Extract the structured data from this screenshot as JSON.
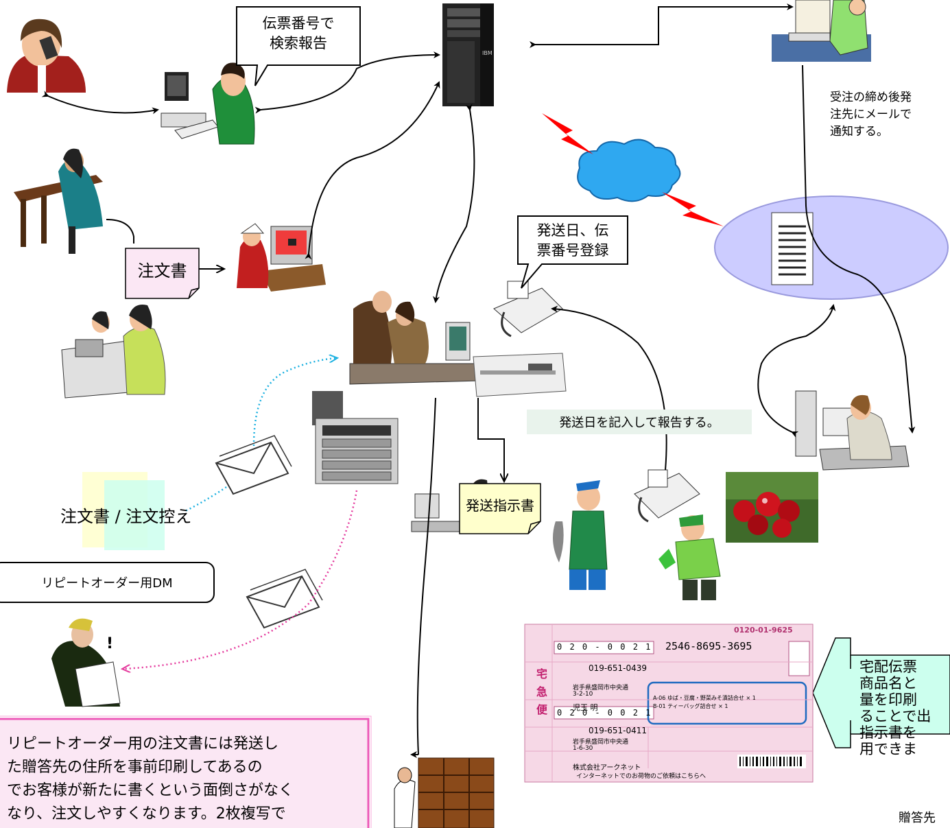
{
  "labels": {
    "search_report": "伝票番号で\n検索報告",
    "ship_register": "発送日、伝\n票番号登録",
    "order_after_close": "受注の締め後発\n注先にメールで\n通知する。",
    "order_form": "注文書",
    "ship_date_report": "発送日を記入して報告する。",
    "order_copy": "注文書 / 注文控え",
    "repeat_dm": "リピートオーダー用DM",
    "ship_instruction": "発送指示書",
    "slip_note": "宅配伝票\n商品名と\n量を印刷\nることで出\n指示書を\n用できま",
    "gift_recipient": "贈答先",
    "repeat_note": "リピートオーダー用の注文書には発送し\nた贈答先の住所を事前印刷してあるの\nでお客様が新たに書くという面倒さがなく\nなり、注文しやすくなります。2枚複写で"
  },
  "slip": {
    "phone_top": "0120-01-9625",
    "tracking": "2546-8695-3695",
    "zip1": "0 2 0 - 0 0 2 1",
    "tel1": "019-651-0439",
    "addr1": "岩手県盛岡市中央通",
    "addr1b": "3-2-10",
    "name1": "児玉 明",
    "zip2": "0 2 0 - 0 0 2 1",
    "tel2": "019-651-0411",
    "addr2": "岩手県盛岡市中央通",
    "addr2b": "1-6-30",
    "company": "株式会社アークネット",
    "item1": "A-06 ゆば・豆腐・野菜みそ漬詰合せ × 1",
    "item2": "B-01 ティーバッグ詰合せ × 1",
    "brand": "宅急便",
    "footer": "インターネットでのお荷物のご依頼はこちらへ"
  },
  "colors": {
    "callout_yellow": "#ffffcc",
    "note_green": "#e9f3ec",
    "pink_box": "#fbe7f4",
    "pink_border": "#ec59b8",
    "cyan_callout": "#ccffee",
    "ellipse_fill": "#ccccff",
    "lightning": "#ff0000"
  }
}
